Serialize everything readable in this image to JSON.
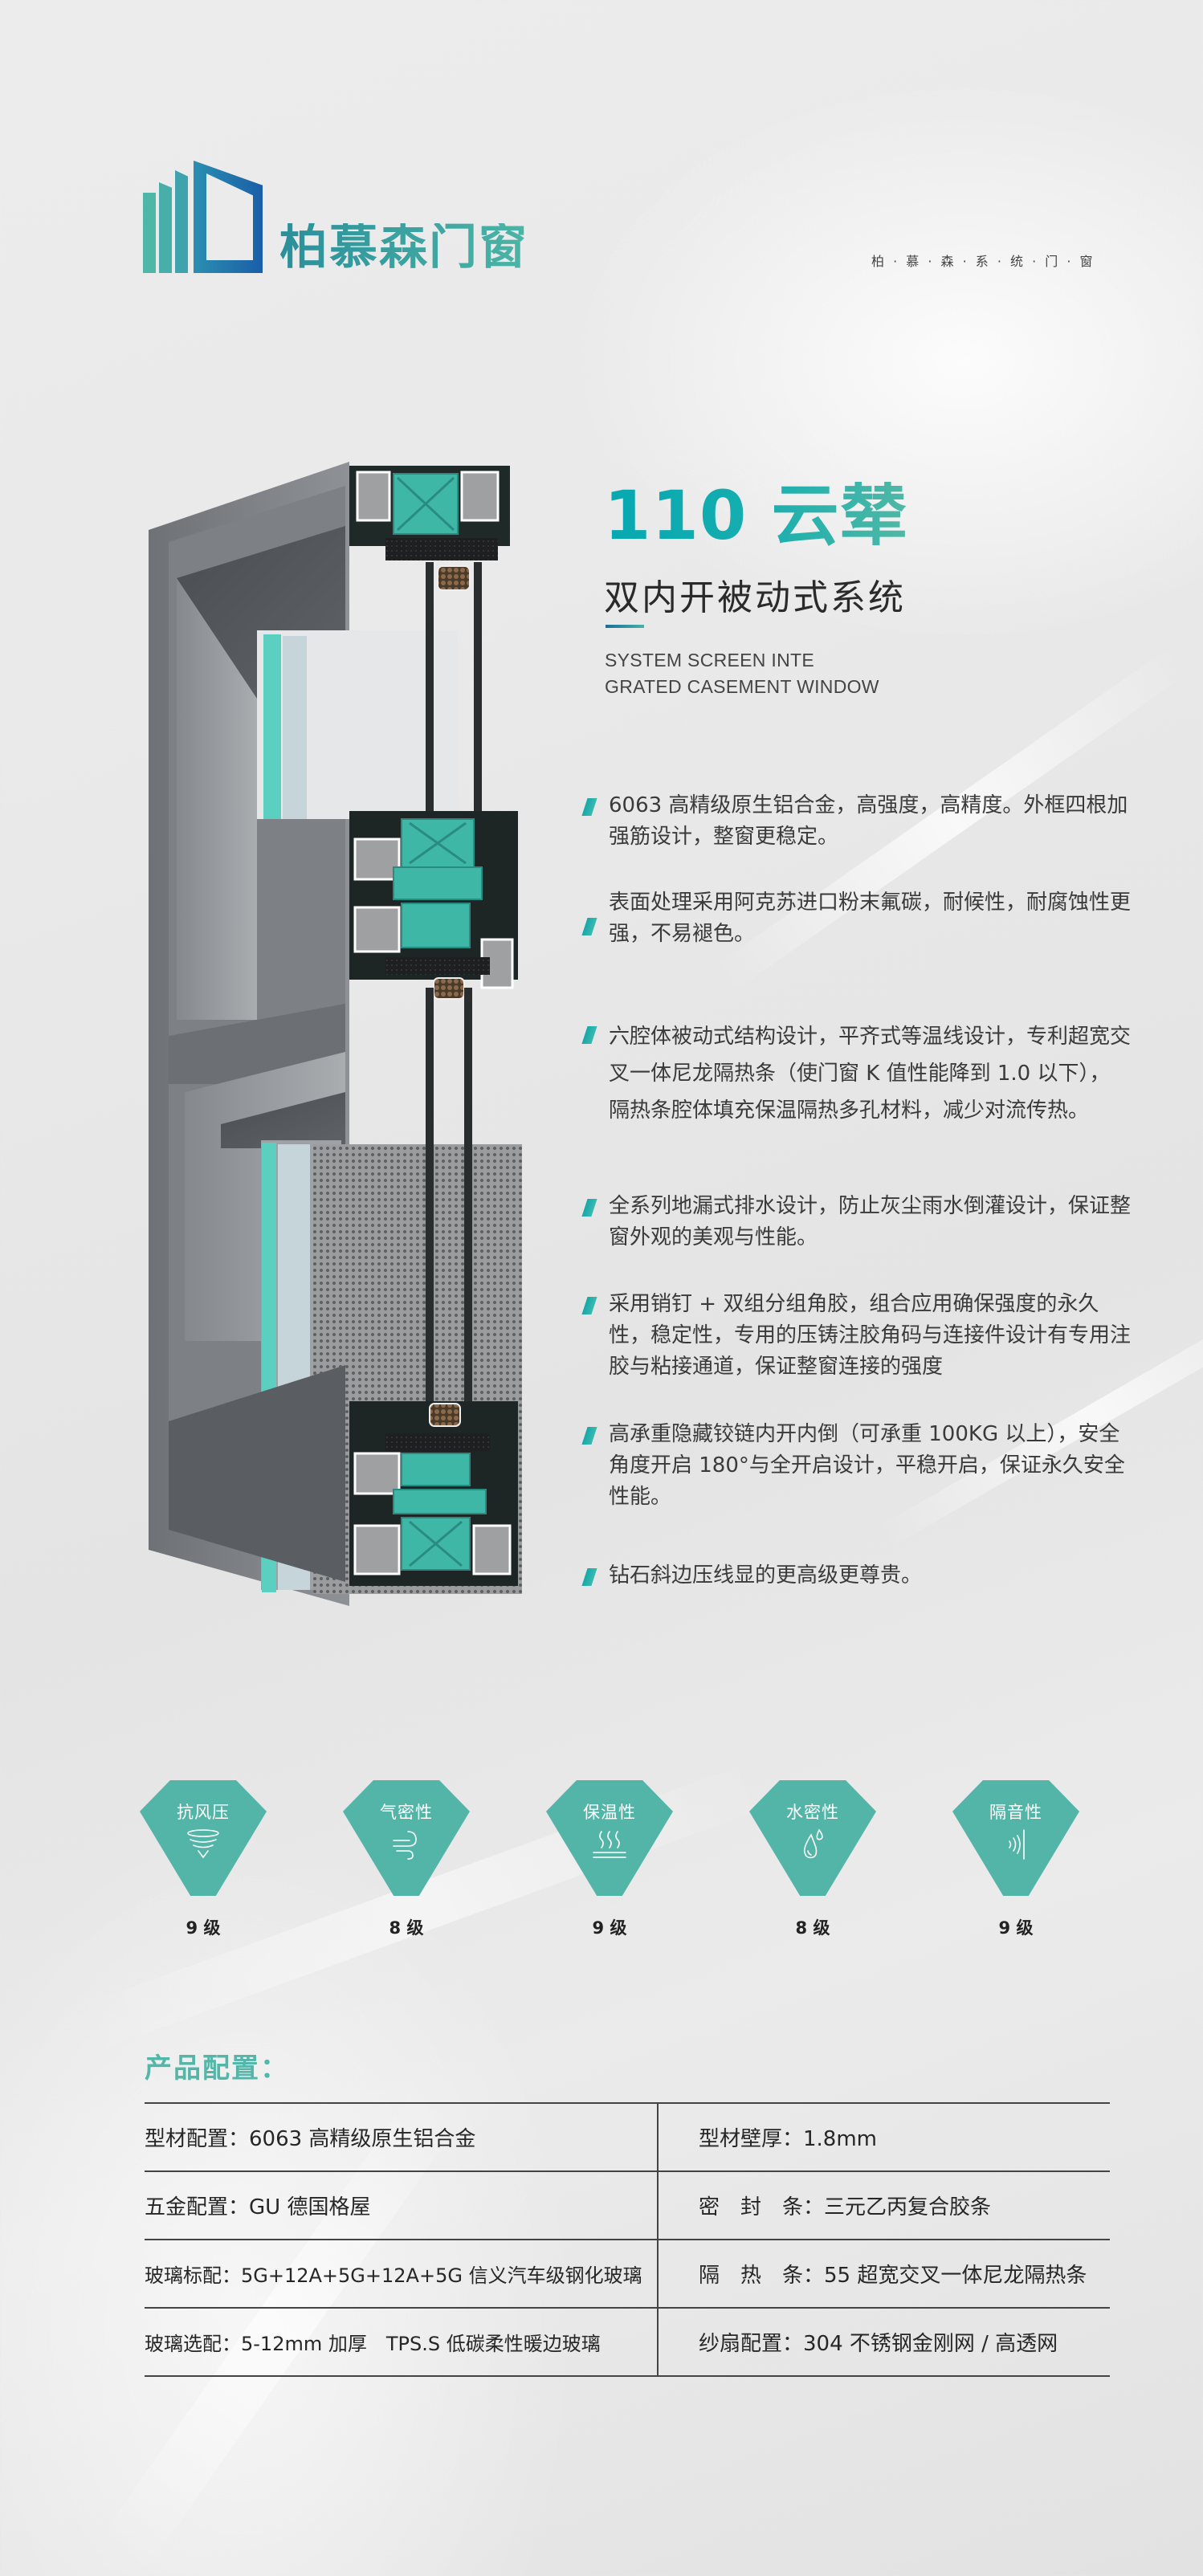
{
  "brand": {
    "name": "柏慕森门窗",
    "tagline": "柏 · 慕 · 森 · 系 · 统 · 门 · 窗",
    "accent_color": "#53b5a8",
    "primary_teal": "#06a8b0"
  },
  "product": {
    "title": "110 云辇",
    "subtitle": "双内开被动式系统",
    "english_line1": "SYSTEM SCREEN INTE",
    "english_line2": "GRATED CASEMENT WINDOW",
    "illustration_alt": "窗型材剖面图"
  },
  "features": [
    {
      "text": "6063 高精级原生铝合金，高强度，高精度。外框四根加强筋设计，整窗更稳定。"
    },
    {
      "text": "表面处理采用阿克苏进口粉末氟碳，耐候性，耐腐蚀性更强，不易褪色。"
    },
    {
      "text": "六腔体被动式结构设计，平齐式等温线设计，专利超宽交叉一体尼龙隔热条（使门窗 K 值性能降到 1.0 以下），隔热条腔体填充保温隔热多孔材料，减少对流传热。"
    },
    {
      "text": "全系列地漏式排水设计，防止灰尘雨水倒灌设计，保证整窗外观的美观与性能。"
    },
    {
      "text": "采用销钉 + 双组分组角胶，组合应用确保强度的永久性，稳定性，专用的压铸注胶角码与连接件设计有专用注胶与粘接通道，保证整窗连接的强度"
    },
    {
      "text": "高承重隐藏铰链内开内倒（可承重 100KG 以上），安全角度开启 180°与全开启设计，平稳开启，保证永久安全性能。"
    },
    {
      "text": "钻石斜边压线显的更高级更尊贵。"
    }
  ],
  "performance": [
    {
      "label": "抗风压",
      "icon": "tornado-icon",
      "level": "9 级"
    },
    {
      "label": "气密性",
      "icon": "wind-icon",
      "level": "8 级"
    },
    {
      "label": "保温性",
      "icon": "heat-icon",
      "level": "9 级"
    },
    {
      "label": "水密性",
      "icon": "water-drop-icon",
      "level": "8 级"
    },
    {
      "label": "隔音性",
      "icon": "sound-wave-icon",
      "level": "9 级"
    }
  ],
  "config": {
    "title": "产品配置：",
    "rows": [
      {
        "left": "型材配置：6063 高精级原生铝合金",
        "right": "型材壁厚：1.8mm"
      },
      {
        "left": "五金配置：GU 德国格屋",
        "right": "密　封　条：三元乙丙复合胶条"
      },
      {
        "left": "玻璃标配：5G+12A+5G+12A+5G 信义汽车级钢化玻璃",
        "right": "隔　热　条：55 超宽交叉一体尼龙隔热条"
      },
      {
        "left": "玻璃选配：5-12mm 加厚　TPS.S 低碳柔性暖边玻璃",
        "right": "纱扇配置：304 不锈钢金刚网 / 高透网"
      }
    ]
  }
}
